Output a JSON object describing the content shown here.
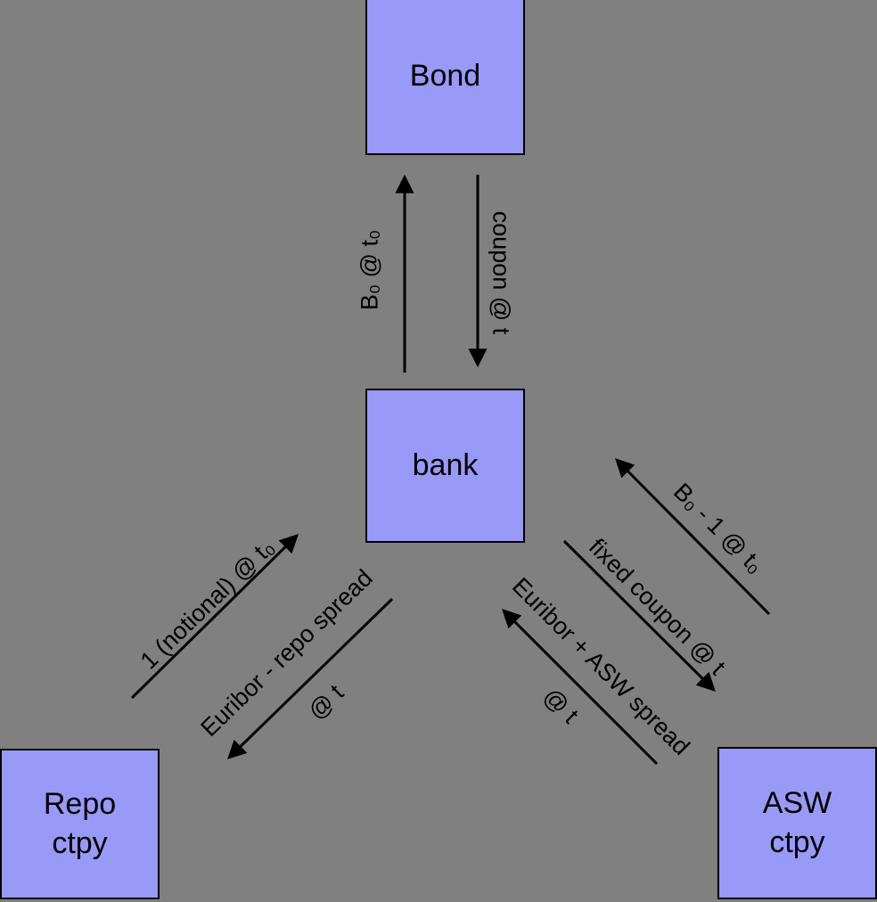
{
  "canvas": {
    "background_color": "#808080",
    "box_fill_color": "#9999f8",
    "box_border_color": "#000000",
    "arrow_color": "#000000"
  },
  "nodes": {
    "bond": {
      "label": "Bond"
    },
    "bank": {
      "label": "bank"
    },
    "repo": {
      "label": "Repo\nctpy"
    },
    "asw": {
      "label": "ASW\nctpy"
    }
  },
  "flows": {
    "bank_to_bond": {
      "label": "B₀ @ t₀"
    },
    "bond_to_bank": {
      "label": "coupon @ t"
    },
    "repo_to_bank": {
      "label": "1 (notional) @ t₀"
    },
    "bank_to_repo": {
      "label": "Euribor - repo spread",
      "label2": "@ t"
    },
    "asw_to_bank_upfront": {
      "label": "B₀ - 1 @ t₀"
    },
    "bank_to_asw": {
      "label": "fixed coupon @ t"
    },
    "asw_to_bank_floating": {
      "label": "Euribor + ASW spread",
      "label2": "@ t"
    }
  }
}
